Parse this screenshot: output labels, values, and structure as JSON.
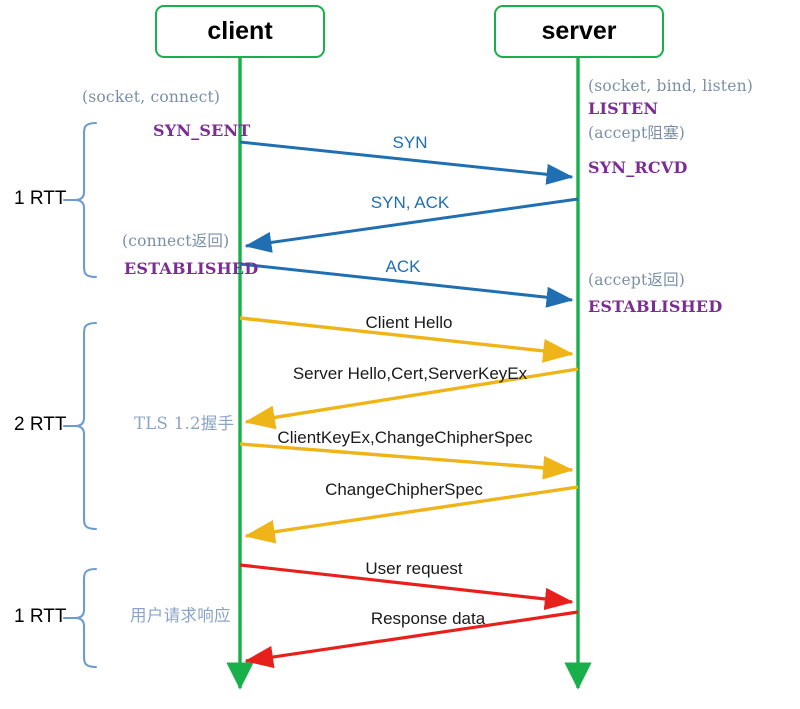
{
  "diagram": {
    "title": "TCP three-way handshake, TLS 1.2 handshake and HTTP request/response sequence",
    "colors": {
      "lifeline_green": "#17b04a",
      "tcp_blue": "#1f6fb2",
      "tls_gold": "#efb417",
      "http_red": "#e8201b",
      "state_purple": "#7b2d93",
      "syscall_gray": "#7a8fa6",
      "phase_blue": "#8aa4c8",
      "brace_blue": "#6f9bd1",
      "text_black": "#1a1a1a"
    },
    "actors": [
      {
        "id": "client",
        "label": "client"
      },
      {
        "id": "server",
        "label": "server"
      }
    ],
    "client_annotations": [
      {
        "name": "client-syscall-socket-connect",
        "text": "(socket, connect)",
        "kind": "syscall"
      },
      {
        "name": "client-state-syn-sent",
        "text": "SYN_SENT",
        "kind": "state"
      },
      {
        "name": "client-syscall-connect-return",
        "text": "(connect返回)",
        "kind": "syscall"
      },
      {
        "name": "client-state-established",
        "text": "ESTABLISHED",
        "kind": "state"
      }
    ],
    "server_annotations": [
      {
        "name": "server-syscall-socket-bind-listen",
        "text": "(socket, bind, listen)",
        "kind": "syscall"
      },
      {
        "name": "server-state-listen",
        "text": "LISTEN",
        "kind": "state"
      },
      {
        "name": "server-syscall-accept-block",
        "text": "(accept阻塞)",
        "kind": "syscall"
      },
      {
        "name": "server-state-syn-rcvd",
        "text": "SYN_RCVD",
        "kind": "state"
      },
      {
        "name": "server-syscall-accept-return",
        "text": "(accept返回)",
        "kind": "syscall"
      },
      {
        "name": "server-state-established",
        "text": "ESTABLISHED",
        "kind": "state"
      }
    ],
    "phases": [
      {
        "id": "tcp",
        "rtt_label": "1 RTT",
        "phase_label": ""
      },
      {
        "id": "tls",
        "rtt_label": "2 RTT",
        "phase_label": "TLS 1.2握手"
      },
      {
        "id": "http",
        "rtt_label": "1 RTT",
        "phase_label": "用户请求响应"
      }
    ],
    "messages": [
      {
        "id": "syn",
        "label": "SYN",
        "direction": "c2s",
        "color_group": "tcp",
        "label_color": "blue"
      },
      {
        "id": "syn-ack",
        "label": "SYN, ACK",
        "direction": "s2c",
        "color_group": "tcp",
        "label_color": "blue"
      },
      {
        "id": "ack",
        "label": "ACK",
        "direction": "c2s",
        "color_group": "tcp",
        "label_color": "blue"
      },
      {
        "id": "client-hello",
        "label": "Client Hello",
        "direction": "c2s",
        "color_group": "tls",
        "label_color": "black"
      },
      {
        "id": "server-hello",
        "label": "Server Hello,Cert,ServerKeyEx",
        "direction": "s2c",
        "color_group": "tls",
        "label_color": "black"
      },
      {
        "id": "client-keyex",
        "label": "ClientKeyEx,ChangeChipherSpec",
        "direction": "c2s",
        "color_group": "tls",
        "label_color": "black"
      },
      {
        "id": "change-cipher",
        "label": "ChangeChipherSpec",
        "direction": "s2c",
        "color_group": "tls",
        "label_color": "black"
      },
      {
        "id": "user-request",
        "label": "User request",
        "direction": "c2s",
        "color_group": "http",
        "label_color": "black"
      },
      {
        "id": "response-data",
        "label": "Response data",
        "direction": "s2c",
        "color_group": "http",
        "label_color": "black"
      }
    ]
  }
}
